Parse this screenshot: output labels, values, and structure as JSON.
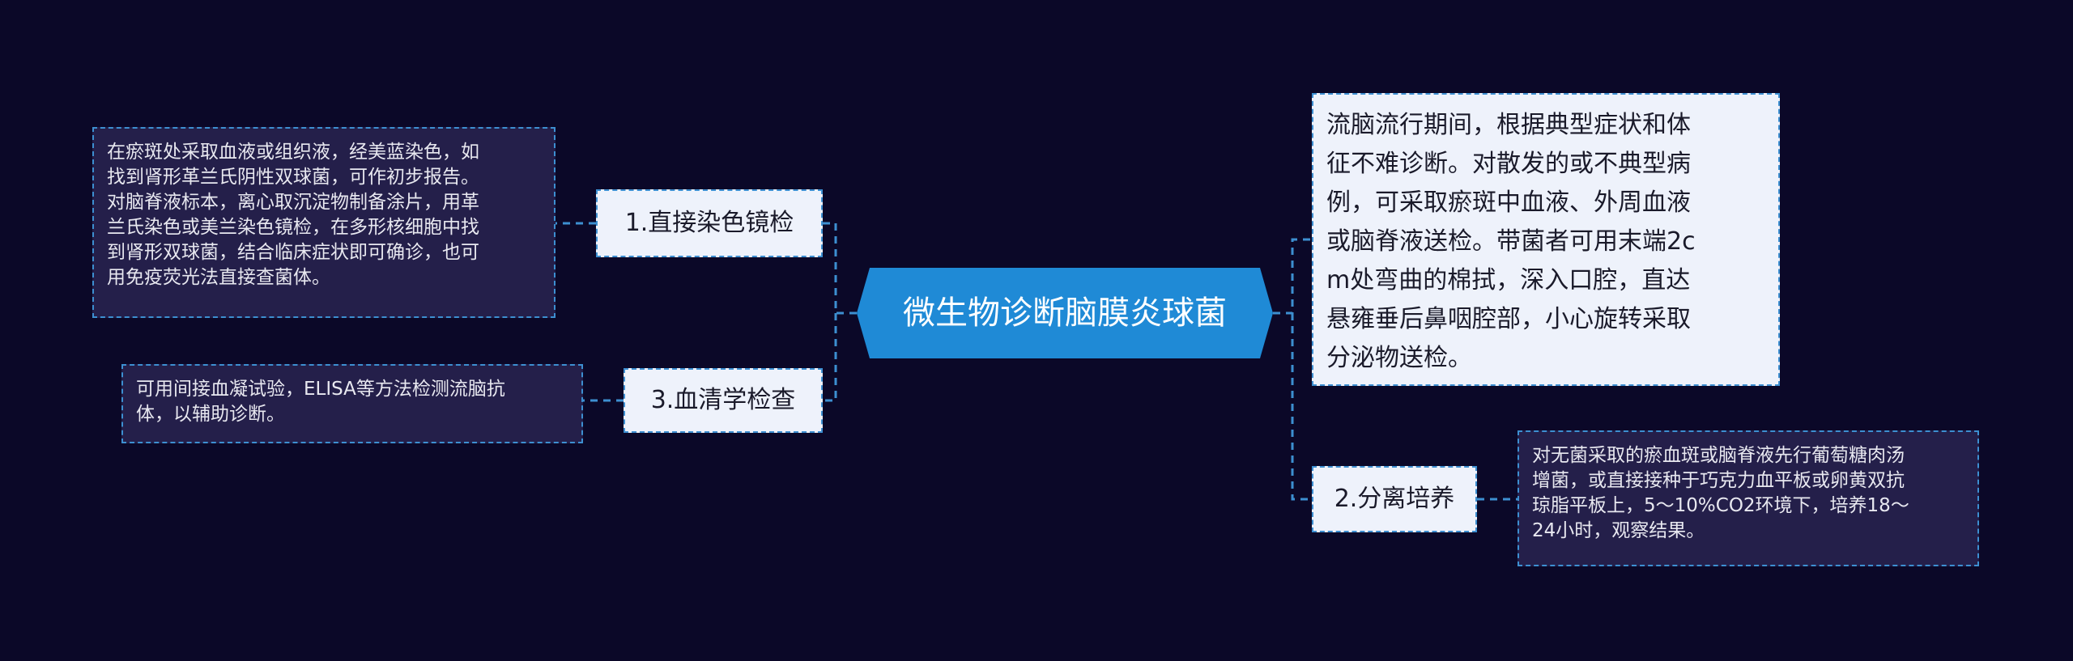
{
  "root": {
    "title": "微生物诊断脑膜炎球菌"
  },
  "branches": [
    {
      "label": "1.直接染色镜检",
      "detail_lines": [
        "在瘀斑处采取血液或组织液，经美蓝染色，如",
        "找到肾形革兰氏阴性双球菌，可作初步报告。",
        "对脑脊液标本，离心取沉淀物制备涂片，用革",
        "兰氏染色或美兰染色镜检，在多形核细胞中找",
        "到肾形双球菌，结合临床症状即可确诊，也可",
        "用免疫荧光法直接查菌体。"
      ]
    },
    {
      "label": "3.血清学检查",
      "detail_lines": [
        "可用间接血凝试验，ELISA等方法检测流脑抗",
        "体，以辅助诊断。"
      ]
    },
    {
      "label": "2.分离培养",
      "detail_lines": [
        "对无菌采取的瘀血斑或脑脊液先行葡萄糖肉汤",
        "增菌，或直接接种于巧克力血平板或卵黄双抗",
        "琼脂平板上，5～10%CO2环境下，培养18～",
        "24小时，观察结果。"
      ]
    }
  ],
  "note": {
    "lines": [
      "流脑流行期间，根据典型症状和体",
      "征不难诊断。对散发的或不典型病",
      "例，可采取瘀斑中血液、外周血液",
      "或脑脊液送检。带菌者可用末端2c",
      "m处弯曲的棉拭，深入口腔，直达",
      "悬雍垂后鼻咽腔部，小心旋转采取",
      "分泌物送检。"
    ]
  },
  "colors": {
    "background": "#0b0828",
    "root_fill": "#1f8ad6",
    "connector": "#3d8fd1",
    "light_box": "#eef2fb",
    "dark_box": "#241f4a"
  }
}
